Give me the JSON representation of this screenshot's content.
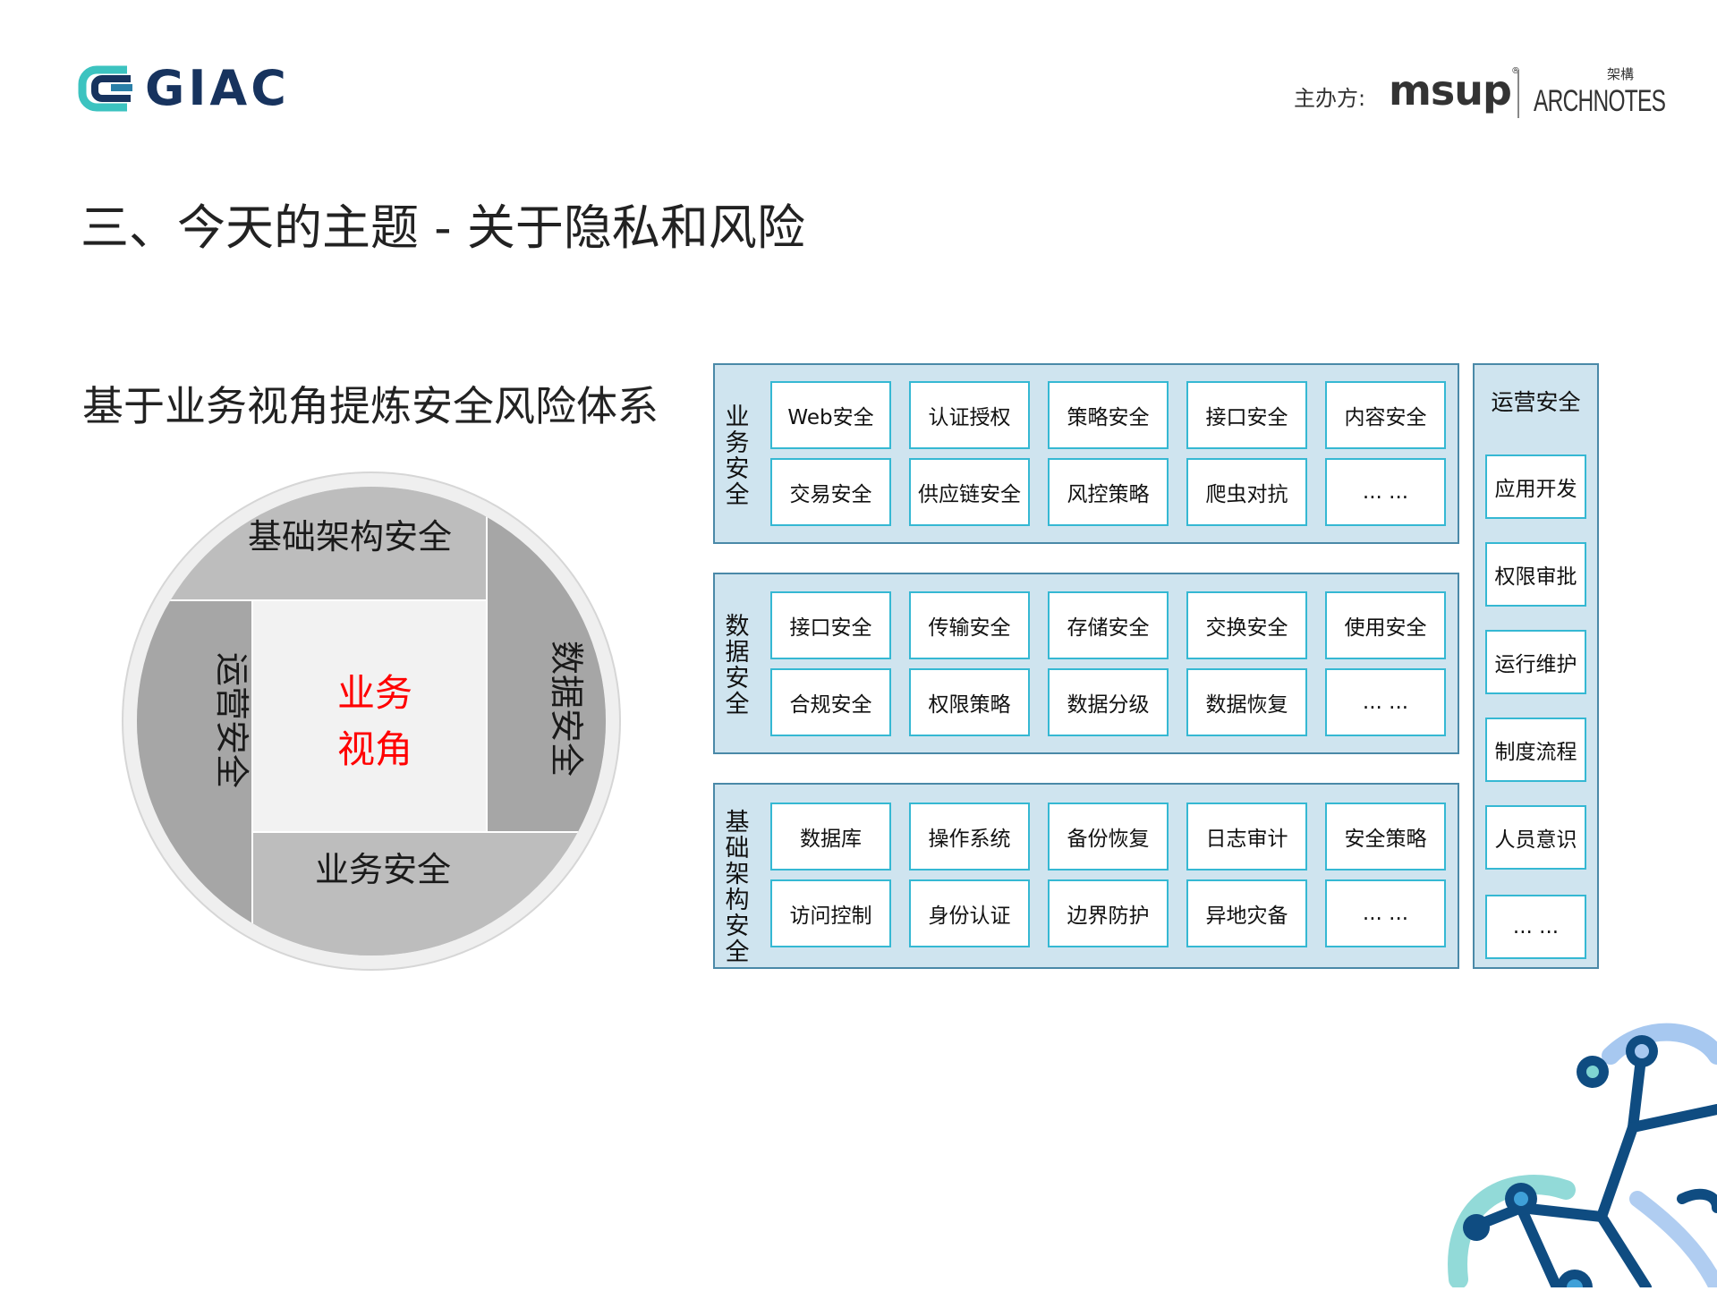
{
  "header": {
    "logo_text": "GIAC",
    "sponsor_label": "主办方:",
    "sponsor_msup": "msup",
    "sponsor_archnotes": "ARCHNOTES",
    "sponsor_archnotes_cn": "架構"
  },
  "title": "三、今天的主题 - 关于隐私和风险",
  "subtitle": "基于业务视角提炼安全风险体系",
  "circle": {
    "center_line1": "业务",
    "center_line2": "视角",
    "top": "基础架构安全",
    "right": "数据安全",
    "bottom": "业务安全",
    "left": "运营安全",
    "center_color": "#ff0000"
  },
  "layers": [
    {
      "label": "业务安全",
      "cells": [
        "Web安全",
        "认证授权",
        "策略安全",
        "接口安全",
        "内容安全",
        "交易安全",
        "供应链安全",
        "风控策略",
        "爬虫对抗",
        "... ..."
      ]
    },
    {
      "label": "数据安全",
      "cells": [
        "接口安全",
        "传输安全",
        "存储安全",
        "交换安全",
        "使用安全",
        "合规安全",
        "权限策略",
        "数据分级",
        "数据恢复",
        "... ..."
      ]
    },
    {
      "label": "基础架构安全",
      "cells": [
        "数据库",
        "操作系统",
        "备份恢复",
        "日志审计",
        "安全策略",
        "访问控制",
        "身份认证",
        "边界防护",
        "异地灾备",
        "... ..."
      ]
    }
  ],
  "ops": {
    "title": "运营安全",
    "items": [
      "应用开发",
      "权限审批",
      "运行维护",
      "制度流程",
      "人员意识",
      "... ..."
    ]
  },
  "colors": {
    "panel_bg": "#cfe4ef",
    "panel_border": "#4a89a8",
    "cell_border": "#35b8d3",
    "logo_navy": "#17335e",
    "logo_teal": "#3cc3c0"
  }
}
